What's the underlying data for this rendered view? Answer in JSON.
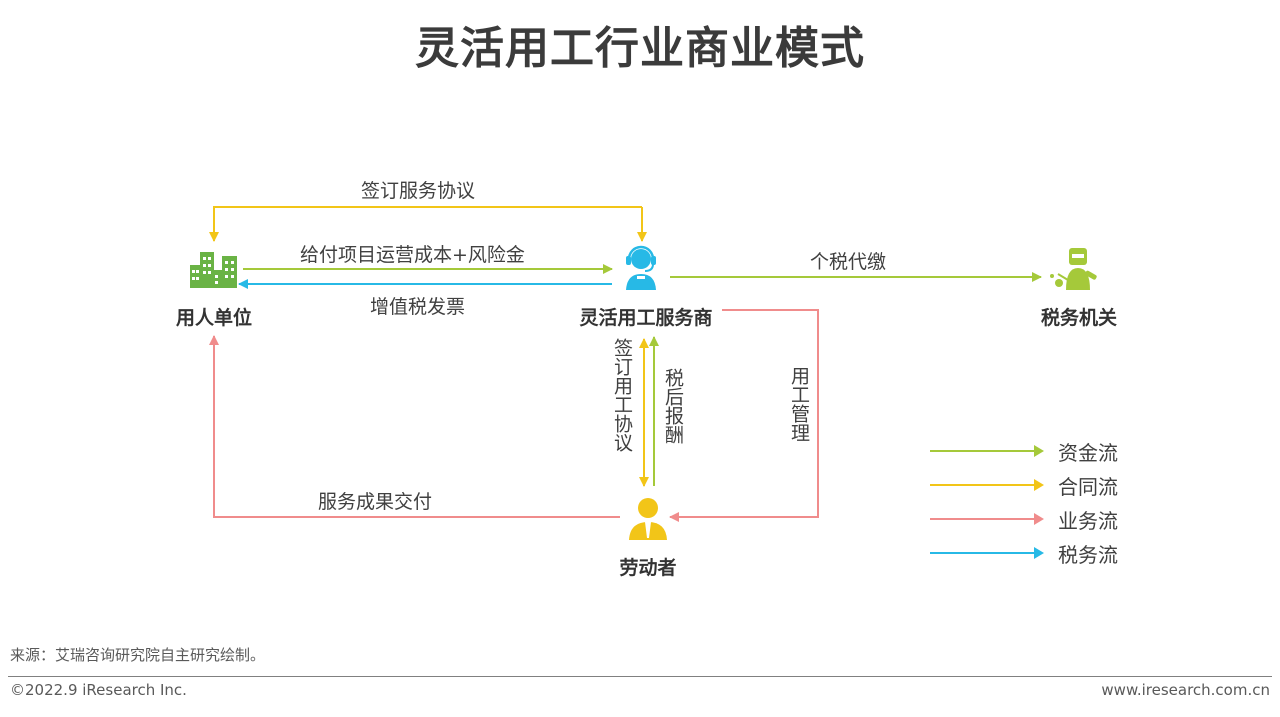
{
  "title": "灵活用工行业商业模式",
  "nodes": {
    "employer": "用人单位",
    "provider": "灵活用工服务商",
    "tax_office": "税务机关",
    "worker": "劳动者"
  },
  "flows": {
    "service_agreement": "签订服务协议",
    "payment": "给付项目运营成本+风险金",
    "vat_invoice": "增值税发票",
    "personal_tax": "个税代缴",
    "labor_agreement": "签订用工协议",
    "after_tax_pay": "税后报酬",
    "labor_management": "用工管理",
    "delivery": "服务成果交付"
  },
  "legend": [
    {
      "label": "资金流",
      "color": "#a5c93a"
    },
    {
      "label": "合同流",
      "color": "#f2c518"
    },
    {
      "label": "业务流",
      "color": "#f08c8c"
    },
    {
      "label": "税务流",
      "color": "#27b9e6"
    }
  ],
  "colors": {
    "fund": "#a5c93a",
    "contract": "#f2c518",
    "business": "#f08c8c",
    "tax": "#27b9e6",
    "employer_icon": "#6ab345",
    "provider_icon": "#27b9e6",
    "tax_icon": "#a5c93a",
    "worker_icon": "#f2c518"
  },
  "icons": {
    "employer": "buildings-icon",
    "provider": "headset-agent-icon",
    "tax_office": "welder-icon",
    "worker": "businessman-icon"
  },
  "footer": {
    "source": "来源：艾瑞咨询研究院自主研究绘制。",
    "copyright": "©2022.9 iResearch Inc.",
    "site": "www.iresearch.com.cn"
  }
}
